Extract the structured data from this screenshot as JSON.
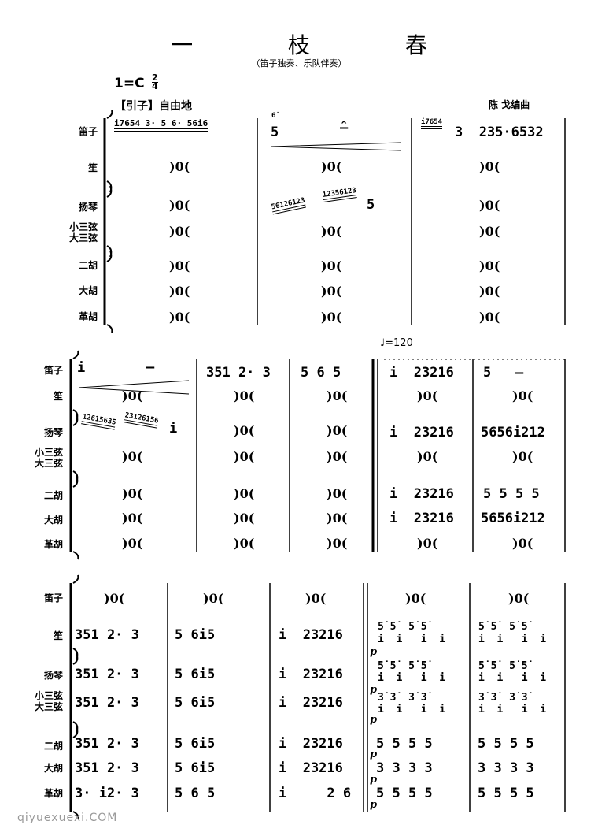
{
  "header": {
    "title": "一 枝 春",
    "subtitle": "（笛子独奏、乐队伴奏）",
    "key": "1=C",
    "time_top": "2",
    "time_bottom": "4",
    "intro_label": "【引子】自由地",
    "arranger": "陈 戈编曲"
  },
  "instruments": {
    "dizi": "笛子",
    "sheng": "笙",
    "yangqin": "扬琴",
    "sanxian": "小三弦\n大三弦",
    "erhu": "二胡",
    "dahu": "大胡",
    "gehu": "革胡"
  },
  "tempo": "♩=120",
  "rest": ")0(",
  "system1": {
    "dizi_m1": "i7654 3· 5 6· 56i6",
    "dizi_m2_grace": "6̇",
    "dizi_m2": "5",
    "dizi_m3_grace": "i7654",
    "dizi_m3": "3  235·6532",
    "yangqin_m2a": "56126123",
    "yangqin_m2b": "12356123",
    "yangqin_m2c": "5"
  },
  "system2": {
    "dizi_m1": "i",
    "dizi_m1_dash": "–",
    "dizi_m2": "351 2· 3",
    "dizi_m3": "5 6 5",
    "dizi_m4": "i  23216",
    "dizi_m5": "5   –",
    "yangqin_m1a": "12615635",
    "yangqin_m1b": "23126156",
    "yangqin_m1c": "i",
    "yangqin_m4": "i  23216",
    "yangqin_m5": "5656i212",
    "erhu_m4": "i  23216",
    "erhu_m5": "5 5 5 5",
    "dahu_m4": "i  23216",
    "dahu_m5": "5656i212"
  },
  "system3": {
    "sheng_m1": "351 2· 3",
    "sheng_m2": "5 6i5",
    "sheng_m3": "i  23216",
    "m1": "351 2· 3",
    "m2": "5 6i5",
    "m2b": "5 6i5",
    "m3": "i  23216",
    "gehu_m1": "3· i2· 3",
    "gehu_m2": "5 6 5",
    "gehu_m3": "i     2 6",
    "chord_top": "5̇ 5̇  5̇ 5̇",
    "chord_mid": "i  i   i  i",
    "chord_3": "3̇ 3̇  3̇ 3̇",
    "p": "p",
    "erhu_4": "5 5 5 5",
    "dahu_4": "3 3 3 3",
    "gehu_4": "5 5 5 5"
  },
  "watermark": "qiyuexuexi.COM"
}
